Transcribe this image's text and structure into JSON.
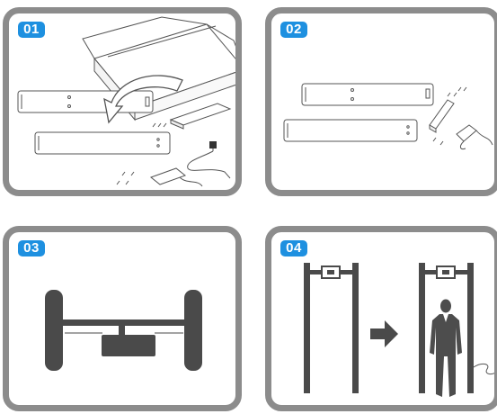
{
  "steps": [
    {
      "number": "01"
    },
    {
      "number": "02"
    },
    {
      "number": "03"
    },
    {
      "number": "04"
    }
  ],
  "colors": {
    "panel_border": "#8c8c8c",
    "badge": "#1e90e0",
    "line_art": "#555555",
    "assembled_frame": "#4a4a4a",
    "arrow": "#4a4a4a",
    "silhouette": "#4d4d4d"
  },
  "icons": [
    "shipping-box-icon",
    "curved-arrow-icon",
    "door-panel-icon",
    "crossbar-icon",
    "control-box-icon",
    "cable-icon",
    "screw-icon",
    "remote-control-icon",
    "gate-frame-icon",
    "right-arrow-icon",
    "person-silhouette-icon"
  ]
}
